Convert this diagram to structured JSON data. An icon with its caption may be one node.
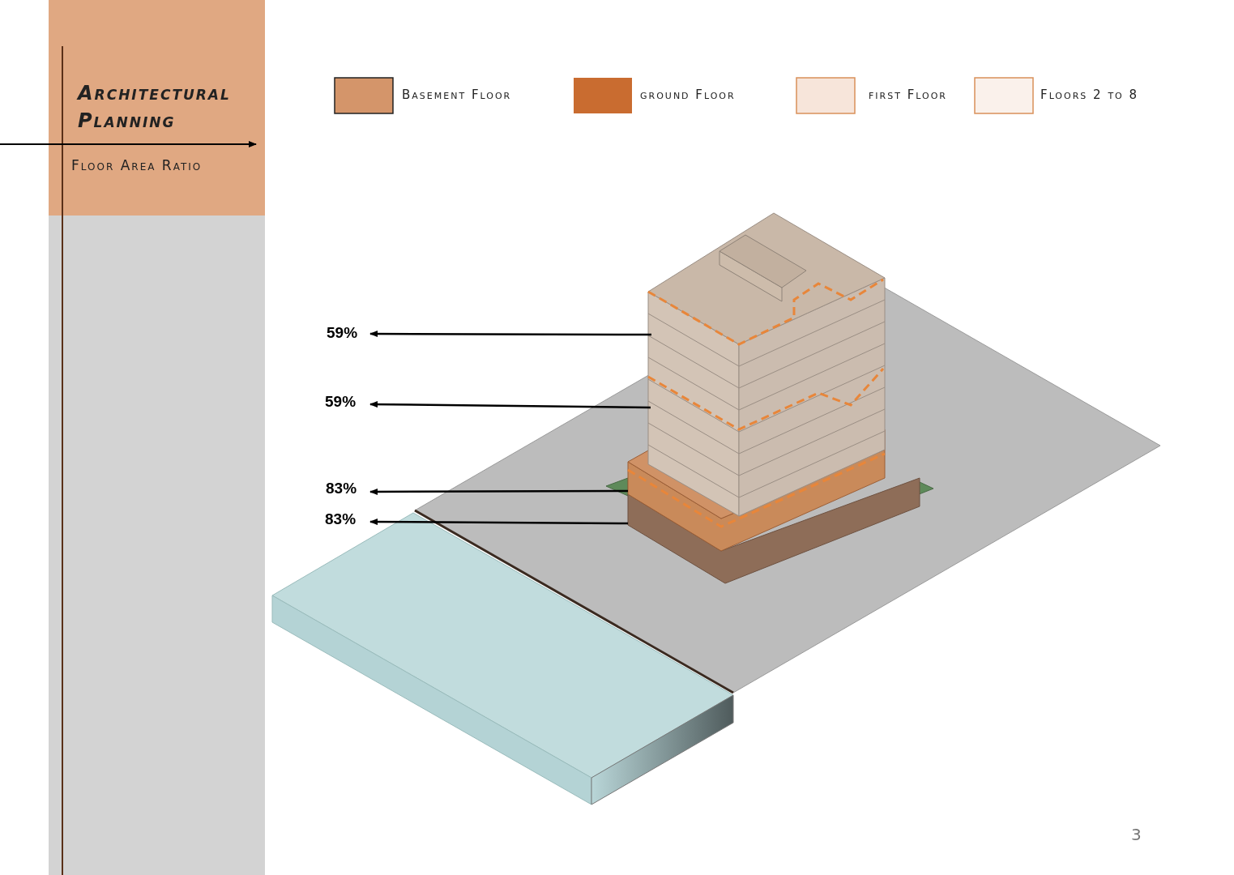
{
  "diagram": {
    "title": "Architectural Planning",
    "nodes": [
      {
        "text": [
          "59%"
        ]
      },
      {
        "text": [
          "59%"
        ]
      },
      {
        "text": [
          "83%"
        ]
      },
      {
        "text": [
          "83%"
        ]
      }
    ],
    "edges": [
      {
        "from": null,
        "to": 0,
        "arrow": "to"
      },
      {
        "from": null,
        "to": 1,
        "arrow": "to"
      },
      {
        "from": null,
        "to": 2,
        "arrow": "to"
      },
      {
        "from": null,
        "to": 3,
        "arrow": "to"
      }
    ],
    "labels": [
      "Floor Area Ratio",
      "3"
    ],
    "legend": [
      {
        "text": "Basement Floor",
        "color": "#d4956a"
      },
      {
        "text": "ground Floor",
        "color": "#c96c30"
      },
      {
        "text": "first Floor",
        "color": "#f7e5da"
      },
      {
        "text": "Floors 2 to 8",
        "color": "#faf1eb"
      }
    ]
  }
}
